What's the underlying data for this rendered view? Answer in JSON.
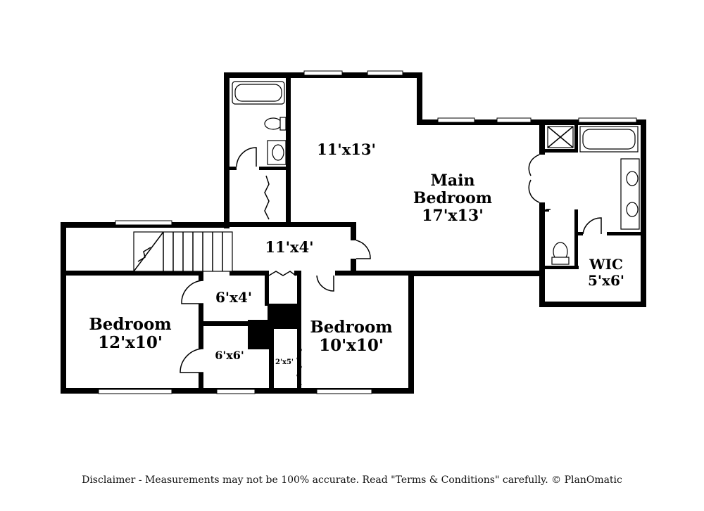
{
  "rooms": {
    "upper_room": "11'x13'",
    "main_name": "Main",
    "main_name2": "Bedroom",
    "main_size": "17'x13'",
    "hall": "11'x4'",
    "wic_name": "WIC",
    "wic_size": "5'x6'",
    "closet_a": "6'x4'",
    "closet_b": "6'x6'",
    "closet_c": "2'x5'",
    "bed_left_name": "Bedroom",
    "bed_left_size": "12'x10'",
    "bed_mid_name": "Bedroom",
    "bed_mid_size": "10'x10'"
  },
  "footer": {
    "disclaimer": "Disclaimer - Measurements may not be 100% accurate. Read \"Terms & Conditions\" carefully. © PlanOmatic"
  }
}
